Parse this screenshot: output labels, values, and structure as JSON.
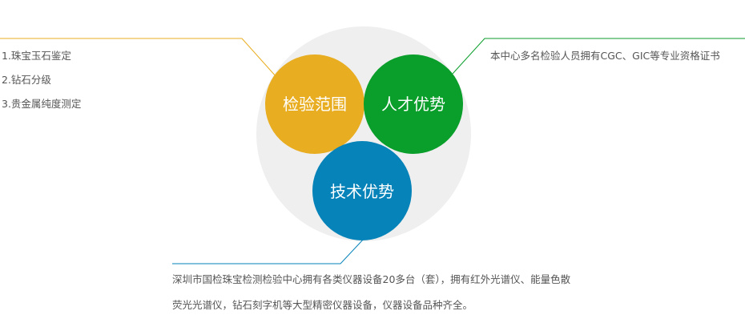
{
  "circles": {
    "scope": {
      "label": "检验范围",
      "color": "#E8AD20"
    },
    "talent": {
      "label": "人才优势",
      "color": "#0A9E2B"
    },
    "tech": {
      "label": "技术优势",
      "color": "#0683B9"
    }
  },
  "background_circle_color": "#EFEFEF",
  "scope_items": [
    "1.珠宝玉石鉴定",
    "2.钻石分级",
    "3.贵金属纯度测定"
  ],
  "talent_text": "本中心多名检验人员拥有CGC、GIC等专业资格证书",
  "tech_text": {
    "line1": "深圳市国检珠宝检测检验中心拥有各类仪器设备20多台（套），拥有红外光谱仪、能量色散",
    "line2": "荧光光谱仪，钻石刻字机等大型精密仪器设备，仪器设备品种齐全。"
  }
}
